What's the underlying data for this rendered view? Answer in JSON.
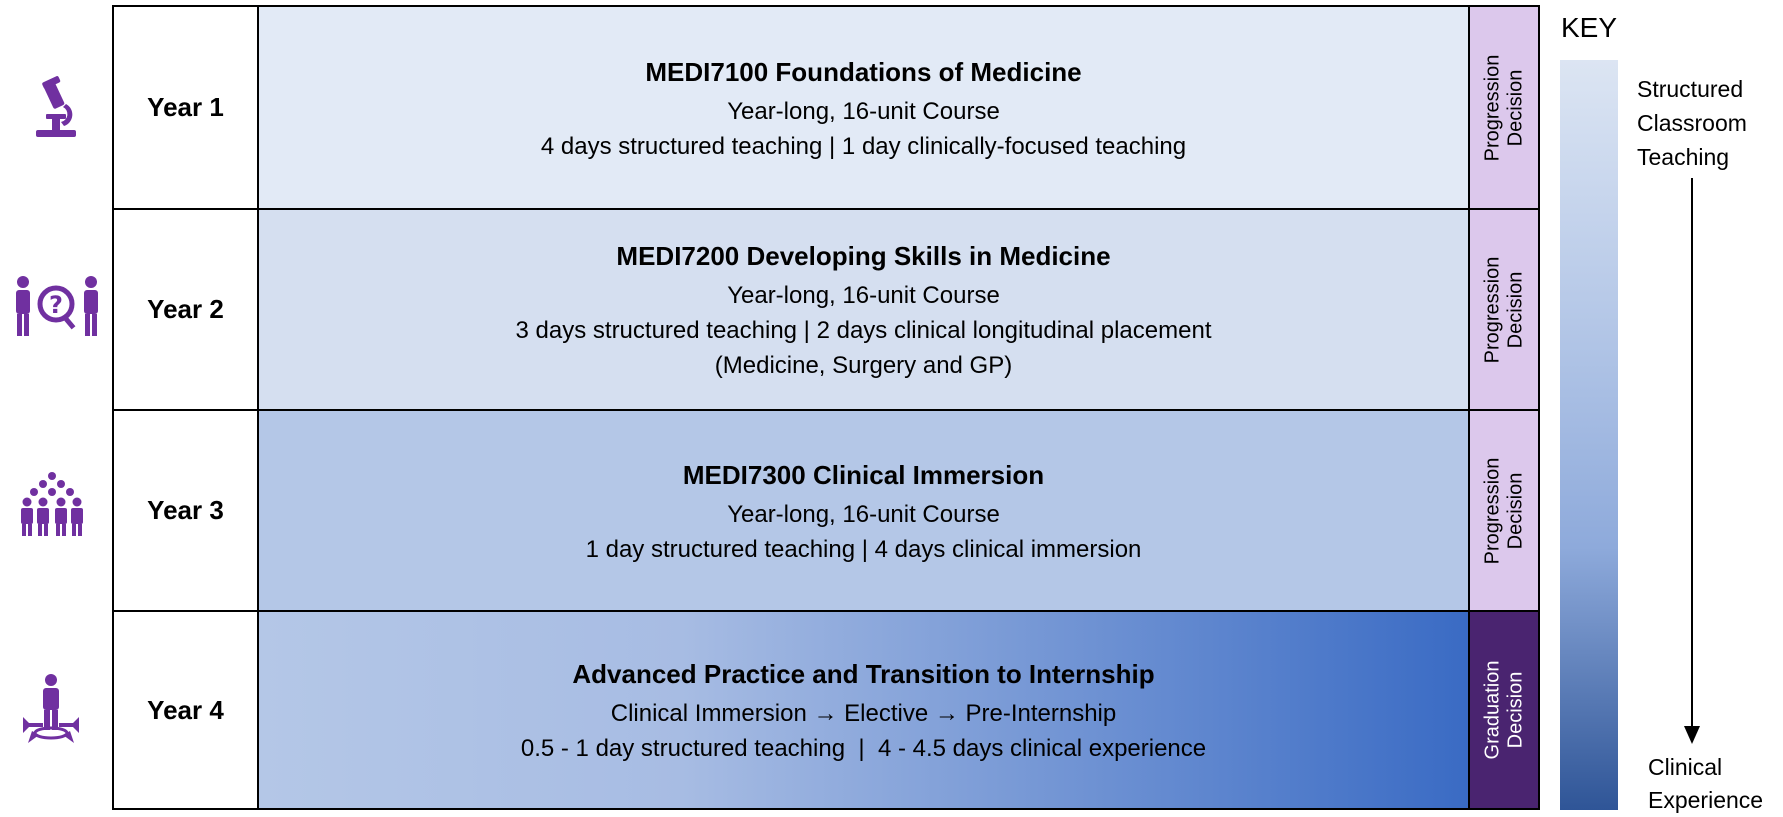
{
  "program": [
    {
      "year": "Year 1",
      "icon": "microscope-icon",
      "title": "MEDI7100 Foundations of Medicine",
      "lines": [
        "Year-long, 16-unit Course",
        "4 days structured teaching | 1 day clinically-focused teaching"
      ],
      "decision": [
        "Progression",
        "Decision"
      ],
      "background": "#e2eaf6",
      "decision_color": "#dcc8ec"
    },
    {
      "year": "Year 2",
      "icon": "consultation-icon",
      "title": "MEDI7200 Developing Skills in Medicine",
      "lines": [
        "Year-long, 16-unit Course",
        "3 days structured teaching | 2 days clinical longitudinal placement",
        "(Medicine, Surgery and GP)"
      ],
      "decision": [
        "Progression",
        "Decision"
      ],
      "background": "#d5dff0",
      "decision_color": "#dcc8ec"
    },
    {
      "year": "Year 3",
      "icon": "team-icon",
      "title": "MEDI7300 Clinical Immersion",
      "lines": [
        "Year-long, 16-unit Course",
        "1 day structured teaching | 4 days clinical immersion"
      ],
      "decision": [
        "Progression",
        "Decision"
      ],
      "background": "#b4c7e7",
      "decision_color": "#dcc8ec"
    },
    {
      "year": "Year 4",
      "icon": "person-crossroads-icon",
      "title": "Advanced Practice and Transition to Internship",
      "lines": [
        "Clinical Immersion → Elective → Pre-Internship",
        "0.5 - 1 day structured teaching  |  4 - 4.5 days clinical experience"
      ],
      "decision": [
        "Graduation",
        "Decision"
      ],
      "background_gradient": [
        "#b4c7e7",
        "#3a6bc4"
      ],
      "decision_color": "#4a2470",
      "decision_text_color": "#ffffff"
    }
  ],
  "key": {
    "title": "KEY",
    "top_label": [
      "Structured",
      "Classroom",
      "Teaching"
    ],
    "bottom_label": [
      "Clinical",
      "Experience"
    ]
  },
  "colors": {
    "icon": "#7030a0",
    "border": "#000000",
    "key_gradient": [
      "#dce5f3",
      "#b4c7e7",
      "#8eaadb",
      "#2f5597"
    ]
  }
}
